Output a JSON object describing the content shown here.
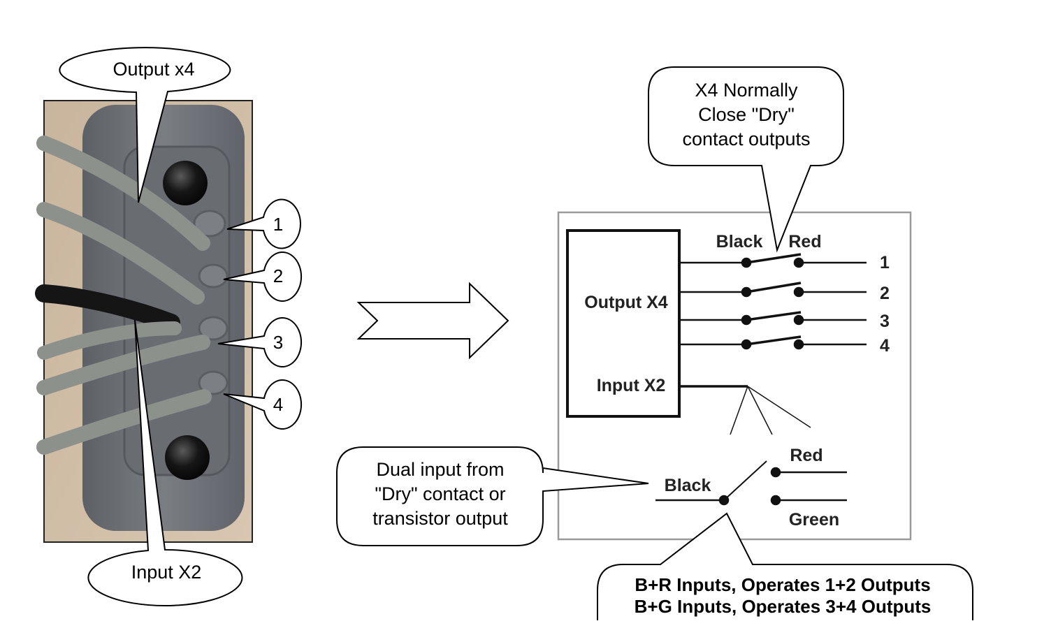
{
  "photo_callouts": {
    "output": "Output x4",
    "input": "Input X2",
    "pins": [
      "1",
      "2",
      "3",
      "4"
    ]
  },
  "schematic": {
    "box_output_label": "Output X4",
    "box_input_label": "Input X2",
    "top_black": "Black",
    "top_red": "Red",
    "output_numbers": [
      "1",
      "2",
      "3",
      "4"
    ],
    "input_black": "Black",
    "input_red": "Red",
    "input_green": "Green"
  },
  "callouts": {
    "dry_outputs": [
      "X4 Normally",
      "Close \"Dry\"",
      "contact outputs"
    ],
    "dual_input": [
      "Dual input from",
      "\"Dry\" contact or",
      "transistor output"
    ],
    "operation": [
      "B+R Inputs, Operates 1+2 Outputs",
      "B+G Inputs, Operates 3+4 Outputs"
    ]
  },
  "colors": {
    "photo_background": "#cdb79e",
    "connector_body": "#6f7378",
    "cable_grey": "#8d918c",
    "cable_black": "#151515"
  }
}
